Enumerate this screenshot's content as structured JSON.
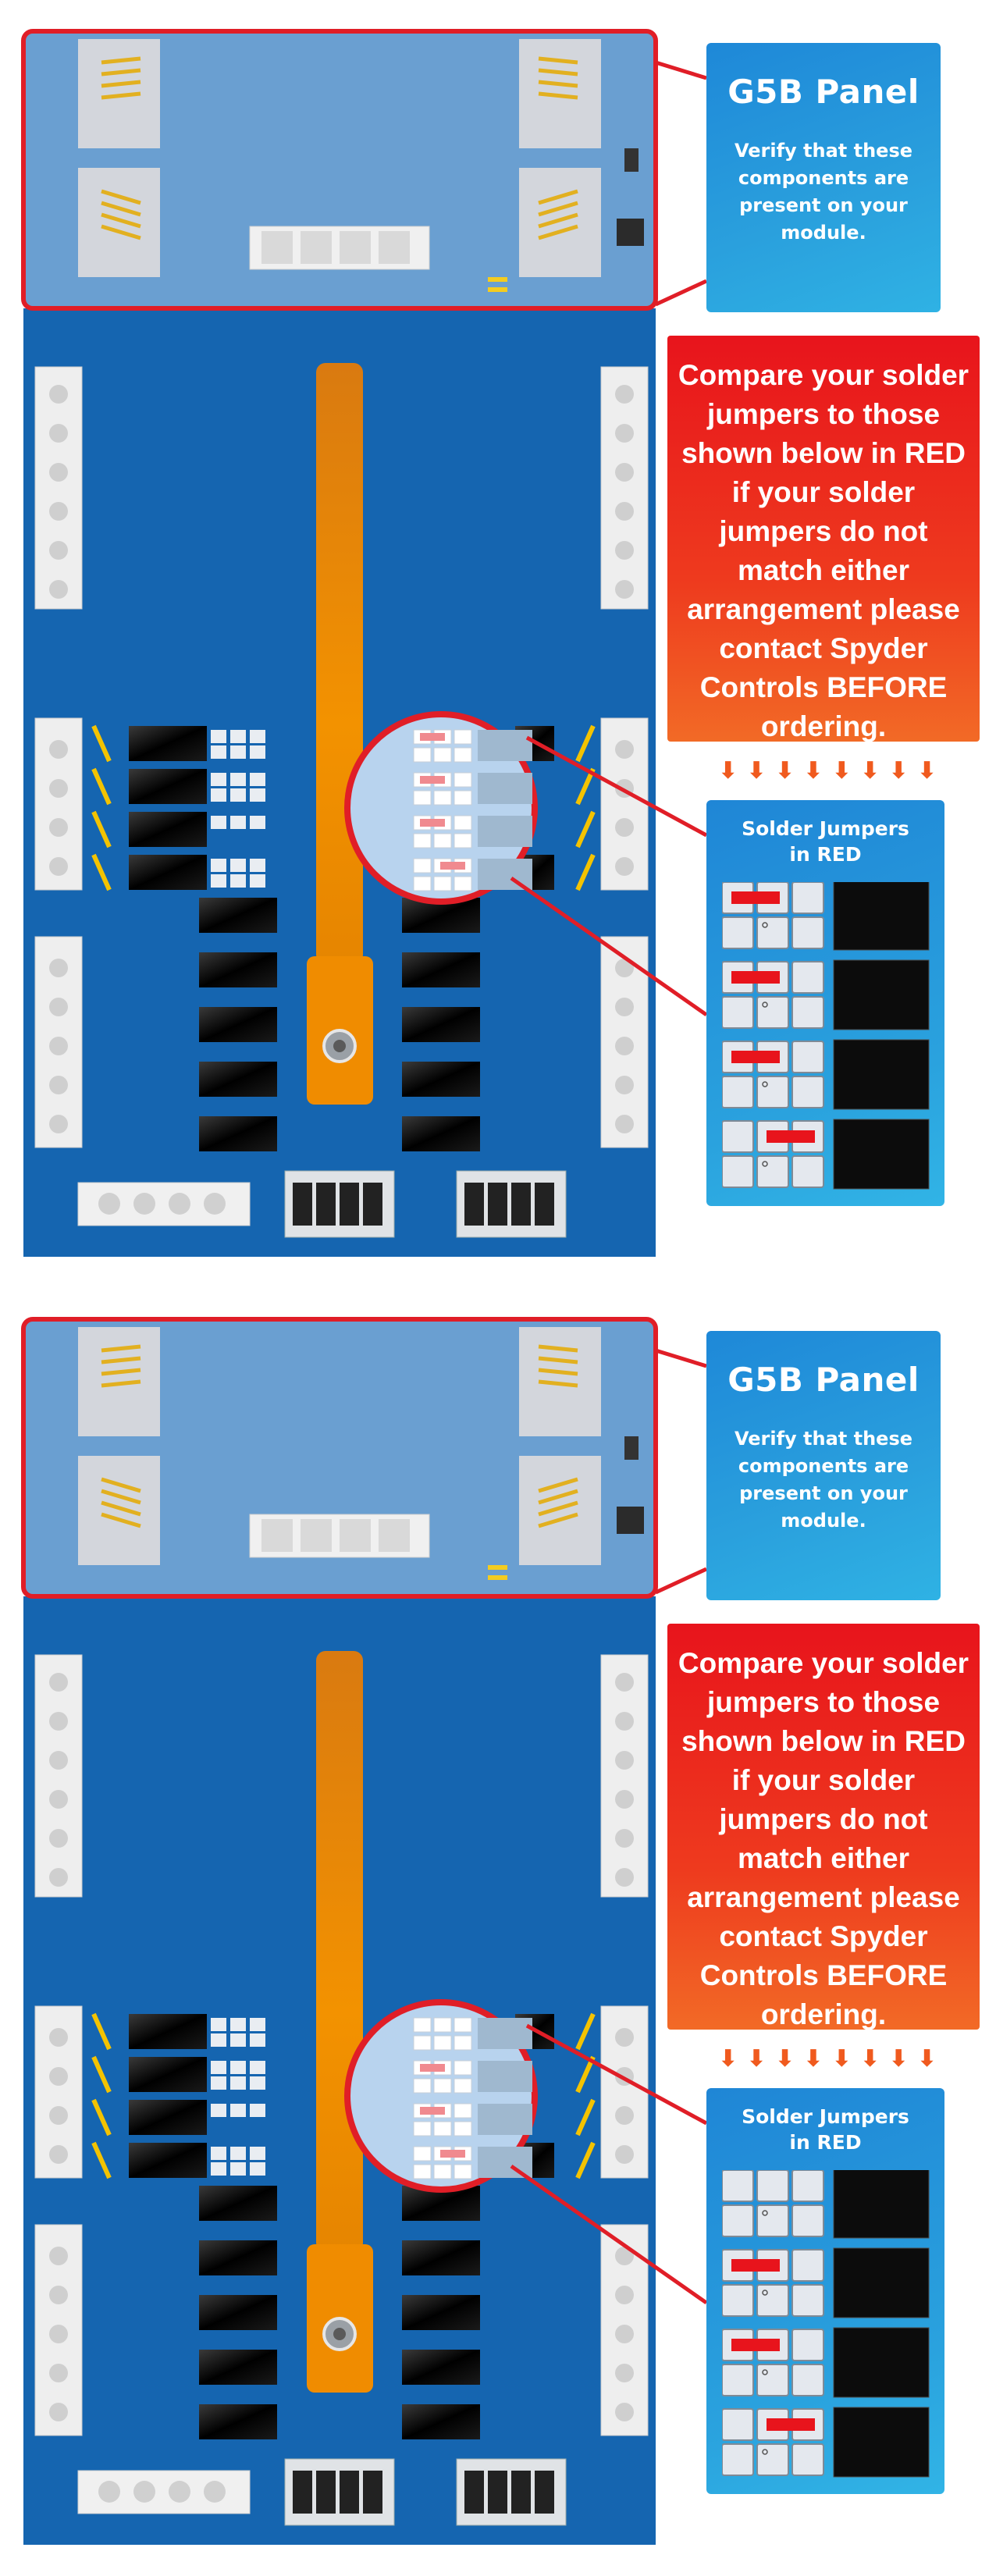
{
  "panel": {
    "title": "G5B Panel",
    "subtitle": "Verify that these components are present on your module."
  },
  "warning": {
    "text": "Compare your solder jumpers to those shown below in RED if your solder jumpers do not match either arrangement please contact Spyder Controls BEFORE ordering."
  },
  "jumpers_card": {
    "title_line1": "Solder Jumpers",
    "title_line2": "in RED"
  },
  "colors": {
    "board_blue": "#1565b0",
    "panel_blue": "#6a9fd1",
    "callout_red": "#e01e27",
    "trace_orange": "#f08c00",
    "jumper_red": "#e8141c"
  },
  "arrangements": [
    {
      "jumper_rows": [
        0,
        2,
        4,
        6
      ],
      "jumper_col": [
        0,
        0,
        0,
        1
      ]
    },
    {
      "jumper_rows": [
        2,
        4,
        6
      ],
      "jumper_col": [
        0,
        0,
        1
      ]
    }
  ]
}
